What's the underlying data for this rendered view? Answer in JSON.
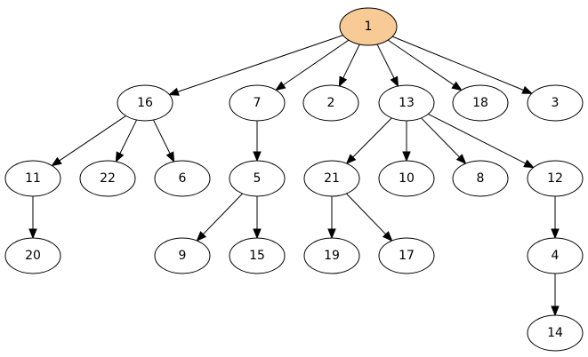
{
  "diagram": {
    "colors": {
      "background": "#ffffff",
      "root_fill": "#f8ca96",
      "node_fill": "#ffffff",
      "stroke": "#000000"
    },
    "nodes": [
      {
        "id": "1",
        "label": "1",
        "highlight": true
      },
      {
        "id": "16",
        "label": "16"
      },
      {
        "id": "7",
        "label": "7"
      },
      {
        "id": "2",
        "label": "2"
      },
      {
        "id": "13",
        "label": "13"
      },
      {
        "id": "18",
        "label": "18"
      },
      {
        "id": "3",
        "label": "3"
      },
      {
        "id": "11",
        "label": "11"
      },
      {
        "id": "22",
        "label": "22"
      },
      {
        "id": "6",
        "label": "6"
      },
      {
        "id": "5",
        "label": "5"
      },
      {
        "id": "21",
        "label": "21"
      },
      {
        "id": "10",
        "label": "10"
      },
      {
        "id": "8",
        "label": "8"
      },
      {
        "id": "12",
        "label": "12"
      },
      {
        "id": "20",
        "label": "20"
      },
      {
        "id": "9",
        "label": "9"
      },
      {
        "id": "15",
        "label": "15"
      },
      {
        "id": "19",
        "label": "19"
      },
      {
        "id": "17",
        "label": "17"
      },
      {
        "id": "4",
        "label": "4"
      },
      {
        "id": "14",
        "label": "14"
      }
    ],
    "edges": [
      {
        "from": "1",
        "to": "16"
      },
      {
        "from": "1",
        "to": "7"
      },
      {
        "from": "1",
        "to": "2"
      },
      {
        "from": "1",
        "to": "13"
      },
      {
        "from": "1",
        "to": "18"
      },
      {
        "from": "1",
        "to": "3"
      },
      {
        "from": "16",
        "to": "11"
      },
      {
        "from": "16",
        "to": "22"
      },
      {
        "from": "16",
        "to": "6"
      },
      {
        "from": "7",
        "to": "5"
      },
      {
        "from": "13",
        "to": "21"
      },
      {
        "from": "13",
        "to": "10"
      },
      {
        "from": "13",
        "to": "8"
      },
      {
        "from": "13",
        "to": "12"
      },
      {
        "from": "11",
        "to": "20"
      },
      {
        "from": "5",
        "to": "9"
      },
      {
        "from": "5",
        "to": "15"
      },
      {
        "from": "21",
        "to": "19"
      },
      {
        "from": "21",
        "to": "17"
      },
      {
        "from": "12",
        "to": "4"
      },
      {
        "from": "4",
        "to": "14"
      }
    ]
  }
}
